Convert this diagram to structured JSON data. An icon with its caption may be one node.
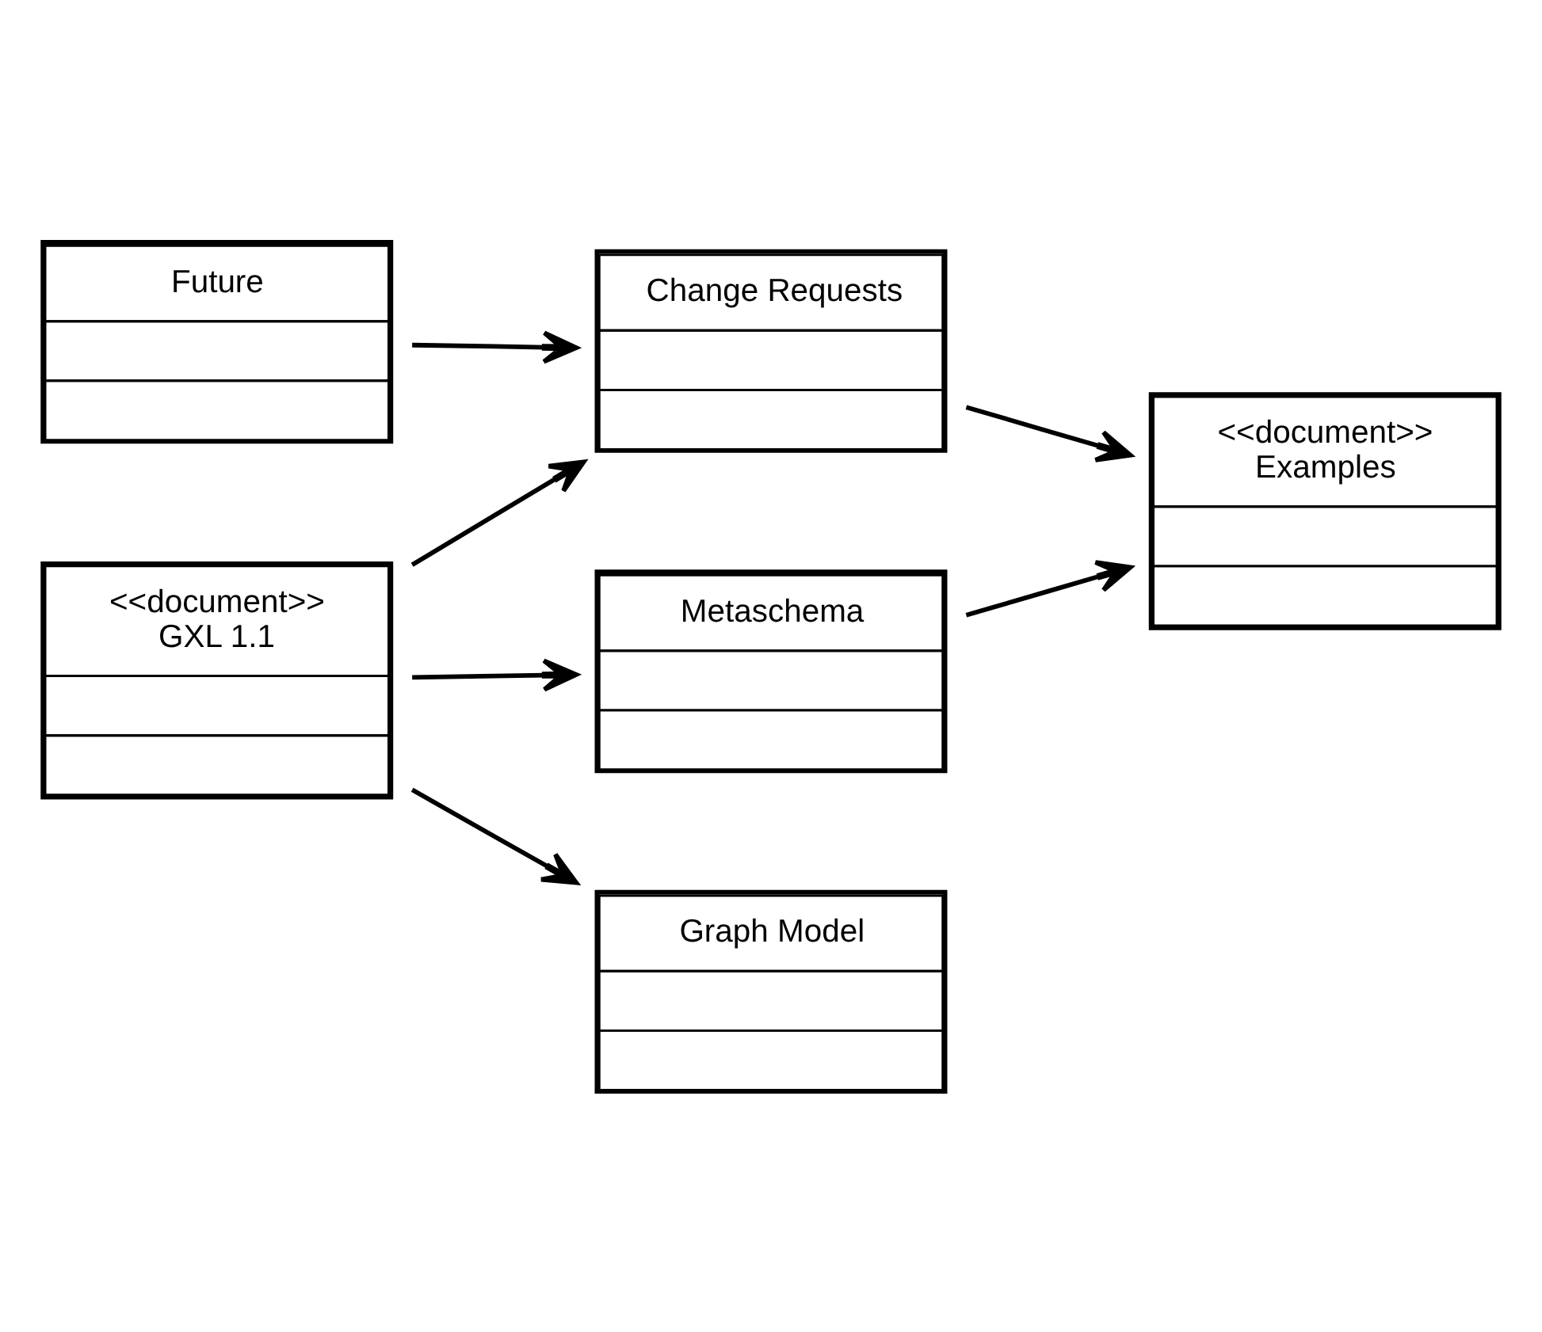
{
  "diagram": {
    "nodes": [
      {
        "text": [
          "Future"
        ]
      },
      {
        "text": [
          "Change Requests"
        ]
      },
      {
        "text": [
          "<<document>>",
          "Examples"
        ]
      },
      {
        "text": [
          "Metaschema"
        ]
      },
      {
        "text": [
          "<<document>>",
          "GXL 1.1"
        ]
      },
      {
        "text": [
          "Graph Model"
        ]
      }
    ],
    "edges": [
      {
        "from": 0,
        "to": 1,
        "arrow": "to"
      },
      {
        "from": 1,
        "to": 2,
        "arrow": "to"
      },
      {
        "from": 4,
        "to": 1,
        "arrow": "to"
      },
      {
        "from": 3,
        "to": 2,
        "arrow": "to"
      },
      {
        "from": 4,
        "to": 3,
        "arrow": "to"
      },
      {
        "from": 4,
        "to": 5,
        "arrow": "to"
      }
    ]
  }
}
